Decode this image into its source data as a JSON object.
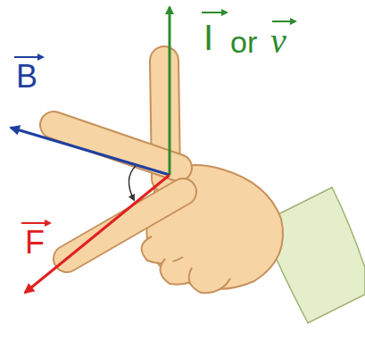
{
  "diagram": {
    "labels": [
      "I",
      "or",
      "v",
      "B",
      "F"
    ]
  }
}
